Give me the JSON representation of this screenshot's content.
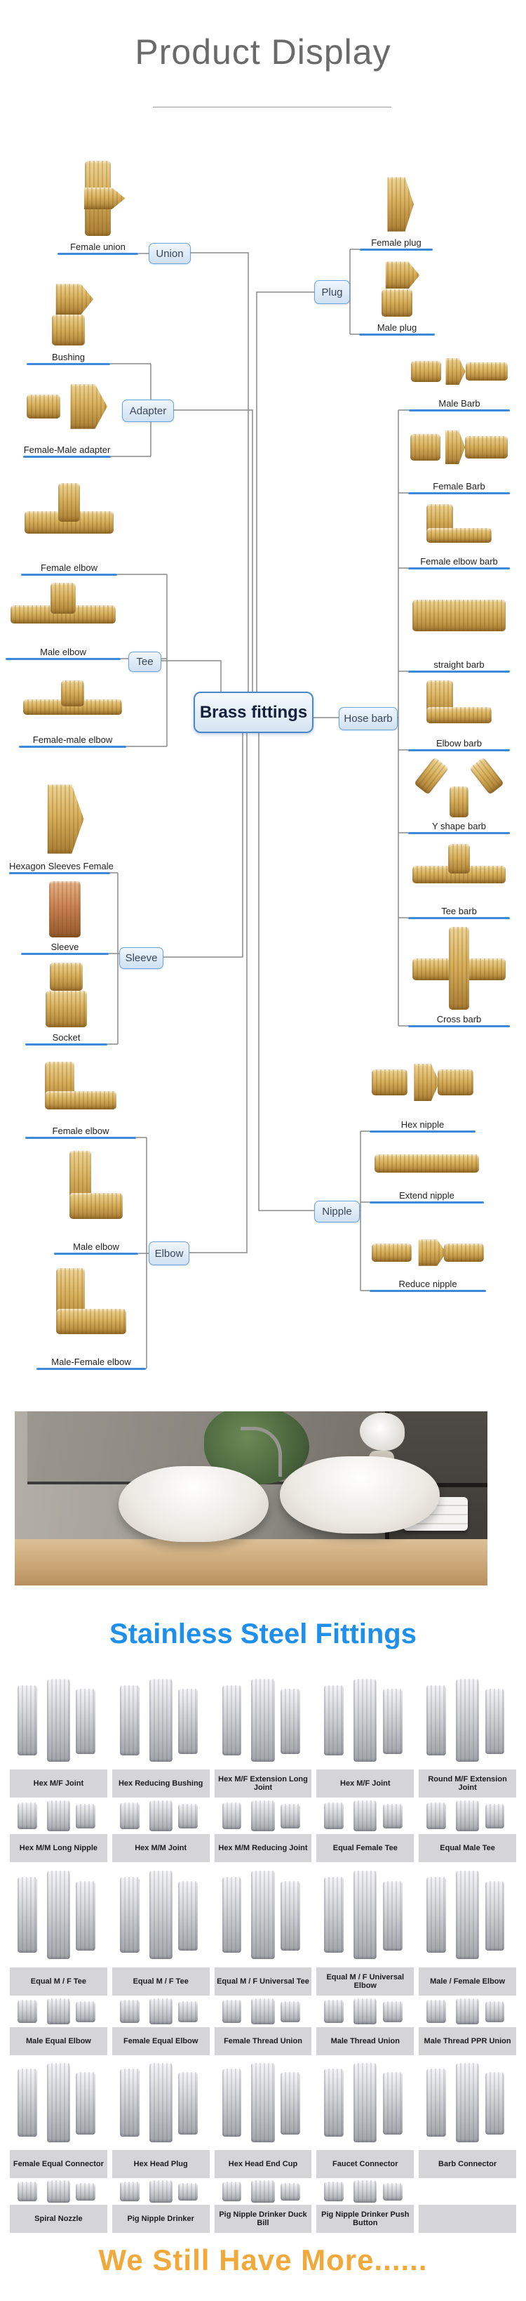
{
  "header": {
    "title": "Product Display"
  },
  "diagram": {
    "root_label": "Brass fittings",
    "nodes": {
      "union": "Union",
      "plug": "Plug",
      "adapter": "Adapter",
      "tee": "Tee",
      "hose_barb": "Hose barb",
      "sleeve": "Sleeve",
      "nipple": "Nipple",
      "elbow": "Elbow"
    },
    "items": {
      "female_union": "Female union",
      "female_plug": "Female plug",
      "male_plug": "Male plug",
      "bushing": "Bushing",
      "female_male_adapter": "Female-Male adapter",
      "male_barb": "Male Barb",
      "female_barb": "Female Barb",
      "female_elbow_barb": "Female elbow barb",
      "straight_barb": "straight barb",
      "elbow_barb": "Elbow barb",
      "y_shape_barb": "Y shape barb",
      "tee_barb": "Tee barb",
      "cross_barb": "Cross barb",
      "female_elbow_tee": "Female elbow",
      "male_elbow_tee": "Male elbow",
      "female_male_elbow_tee": "Female-male elbow",
      "hexagon_sleeves_female": "Hexagon Sleeves Female",
      "sleeve": "Sleeve",
      "socket": "Socket",
      "hex_nipple": "Hex nipple",
      "extend_nipple": "Extend nipple",
      "reduce_nipple": "Reduce nipple",
      "female_elbow": "Female elbow",
      "male_elbow": "Male elbow",
      "male_female_elbow": "Male-Female elbow"
    }
  },
  "steel": {
    "title": "Stainless Steel Fittings",
    "rows": [
      [
        "Hex M/F Joint",
        "Hex Reducing Bushing",
        "Hex M/F Extension Long Joint",
        "Hex M/F Joint",
        "Round M/F Extension Joint"
      ],
      [
        "Hex M/M Long Nipple",
        "Hex M/M Joint",
        "Hex M/M Reducing Joint",
        "Equal Female Tee",
        "Equal Male Tee"
      ],
      [
        "Equal M / F Tee",
        "Equal M / F Tee",
        "Equal M / F Universal Tee",
        "Equal M / F Universal Elbow",
        "Male / Female Elbow"
      ],
      [
        "Male Equal Elbow",
        "Female Equal Elbow",
        "Female Thread Union",
        "Male Thread Union",
        "Male Thread PPR Union"
      ],
      [
        "Female Equal Connector",
        "Hex Head Plug",
        "Hex Head End Cup",
        "Faucet Connector",
        "Barb Connector"
      ],
      [
        "Spiral Nozzle",
        "Pig Nipple Drinker",
        "Pig Nipple Drinker Duck Bill",
        "Pig Nipple Drinker Push Button",
        ""
      ]
    ]
  },
  "footer": {
    "more_text": "We Still Have More......"
  },
  "colors": {
    "accent_blue": "#3f8ad8",
    "node_border": "#6aa4d8",
    "steel_title": "#1e8fea",
    "more_text": "#f2a93b",
    "connector": "#8a8a8a"
  }
}
